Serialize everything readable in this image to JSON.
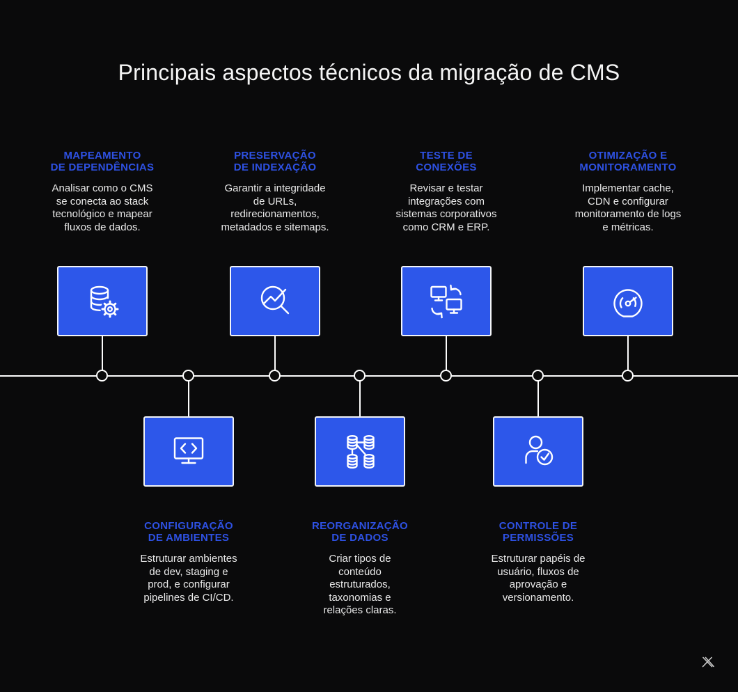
{
  "title": "Principais aspectos técnicos da migração de CMS",
  "colors": {
    "background": "#0a0a0b",
    "box_blue": "#2d57ea",
    "heading_blue": "#2e51e3",
    "box_border": "#f2f4f8",
    "timeline_white": "#fdfdfd",
    "body_text": "#e9e9e9",
    "title_text": "#f5f5f5"
  },
  "top_items": [
    {
      "heading": "MAPEAMENTO\nDE DEPENDÊNCIAS",
      "body": "Analisar como o CMS\nse conecta ao stack\ntecnológico e mapear\nfluxos de dados.",
      "icon": "database-gear-icon"
    },
    {
      "heading": "PRESERVAÇÃO\nDE INDEXAÇÃO",
      "body": "Garantir a integridade\nde URLs,\nredirecionamentos,\nmetadados e sitemaps.",
      "icon": "search-trend-icon"
    },
    {
      "heading": "TESTE DE\nCONEXÕES",
      "body": "Revisar e testar\nintegrações com\nsistemas corporativos\ncomo CRM e ERP.",
      "icon": "monitors-sync-icon"
    },
    {
      "heading": "OTIMIZAÇÃO E\nMONITORAMENTO",
      "body": "Implementar cache,\nCDN e configurar\nmonitoramento de logs\ne métricas.",
      "icon": "gauge-icon"
    }
  ],
  "bottom_items": [
    {
      "heading": "CONFIGURAÇÃO\nDE AMBIENTES",
      "body": "Estruturar ambientes\nde dev, staging e\nprod, e configurar\npipelines de CI/CD.",
      "icon": "monitor-code-icon"
    },
    {
      "heading": "REORGANIZAÇÃO\nDE DADOS",
      "body": "Criar tipos de\nconteúdo\nestruturados,\ntaxonomias e\nrelações claras.",
      "icon": "database-network-icon"
    },
    {
      "heading": "CONTROLE DE\nPERMISSÕES",
      "body": "Estruturar papéis de\nusuário, fluxos de\naprovação e\nversionamento.",
      "icon": "user-check-icon"
    }
  ],
  "footer": {
    "logo": "x-logo"
  }
}
